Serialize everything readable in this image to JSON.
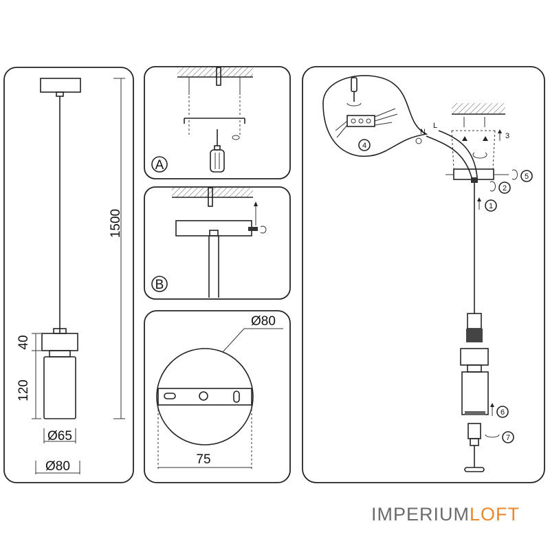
{
  "left_panel": {
    "dim_height_total": "1500",
    "dim_height_top": "40",
    "dim_height_body": "120",
    "dim_diameter_body": "Ø65",
    "dim_diameter_top": "Ø80"
  },
  "panel_a": {
    "label": "A"
  },
  "panel_b": {
    "label": "B"
  },
  "panel_c": {
    "dim_diameter": "Ø80",
    "dim_width": "75"
  },
  "right_panel": {
    "wire_n": "N",
    "wire_l": "L",
    "step_1": "1",
    "step_2": "2",
    "step_3": "3",
    "step_4": "4",
    "step_5": "5",
    "step_6": "6",
    "step_7": "7"
  },
  "brand": {
    "part1": "IMPERIUM",
    "part2": "LOFT",
    "accent": "#e8882c",
    "base": "#6b6b6b"
  }
}
